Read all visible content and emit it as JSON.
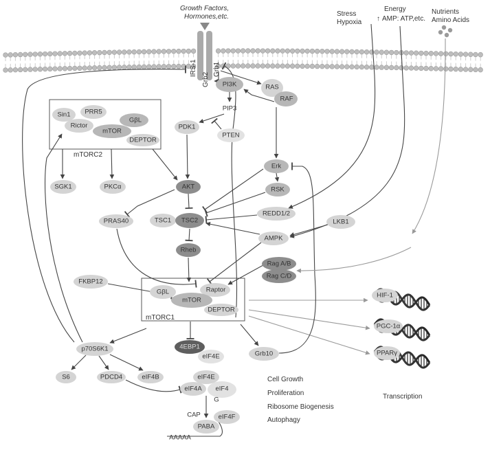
{
  "inputs": {
    "growth_factors_line1": "Growth Factors,",
    "growth_factors_line2": "Hormones,etc.",
    "stress_line1": "Stress",
    "stress_line2": "Hypoxia",
    "energy_line1": "Energy",
    "energy_line2": "AMP: ATP,etc.",
    "nutrients_line1": "Nutrients",
    "nutrients_line2": "Amino Acids"
  },
  "receptor": {
    "irs1": "IRS-1",
    "grb2": "Grb2",
    "grb1": "Grb1"
  },
  "nodes": {
    "pi3k": "PI3K",
    "ras": "RAS",
    "raf": "RAF",
    "pip3": "PIP3",
    "pdk1": "PDK1",
    "pten": "PTEN",
    "erk": "Erk",
    "rsk": "RSK",
    "redd": "REDD1/2",
    "lkb1": "LKB1",
    "ampk": "AMPK",
    "rag_ab": "Rag A/B",
    "rag_cd": "Rag C/D",
    "akt": "AKT",
    "tsc1": "TSC1",
    "tsc2": "TSC2",
    "rheb": "Rheb",
    "pras40": "PRAS40",
    "fkbp12": "FKBP12",
    "sgk1": "SGK1",
    "pkca": "PKCα",
    "p70s6k1": "p70S6K1",
    "s6": "S6",
    "pdcd4": "PDCD4",
    "eif4b": "eIF4B",
    "ebp1": "4EBP1",
    "eif4e_a": "eIF4E",
    "eif4e_b": "eIF4E",
    "eif4a": "eIF4A",
    "eif4g_part1": "eIF4",
    "eif4g_part2": "G",
    "eif4f": "eIF4F",
    "paba": "PABA",
    "cap": "CAP",
    "polya": "AAAAA",
    "grb10": "Grb10"
  },
  "mtorc2": {
    "label": "mTORC2",
    "sin1": "Sin1",
    "prr5": "PRR5",
    "rictor": "Rictor",
    "gbl": "GβL",
    "mtor": "mTOR",
    "deptor": "DEPTOR"
  },
  "mtorc1": {
    "label": "mTORC1",
    "raptor": "Raptor",
    "gbl": "GβL",
    "mtor": "mTOR",
    "deptor": "DEPTOR"
  },
  "outcomes": {
    "cell_growth": "Cell Growth",
    "proliferation": "Proliferation",
    "ribosome_biogenesis": "Ribosome Biogenesis",
    "autophagy": "Autophagy"
  },
  "transcription": {
    "hif1": "HIF-1",
    "pgc1a": "PGC-1α",
    "ppary": "PPARγ",
    "label": "Transcription"
  },
  "colors": {
    "membrane_head": "#bdbdbd",
    "node_light": "#d4d4d4",
    "node_medium": "#b7b7b7",
    "node_dark": "#8d8d8d",
    "node_darkest": "#5e5e5e",
    "line": "#444444"
  }
}
